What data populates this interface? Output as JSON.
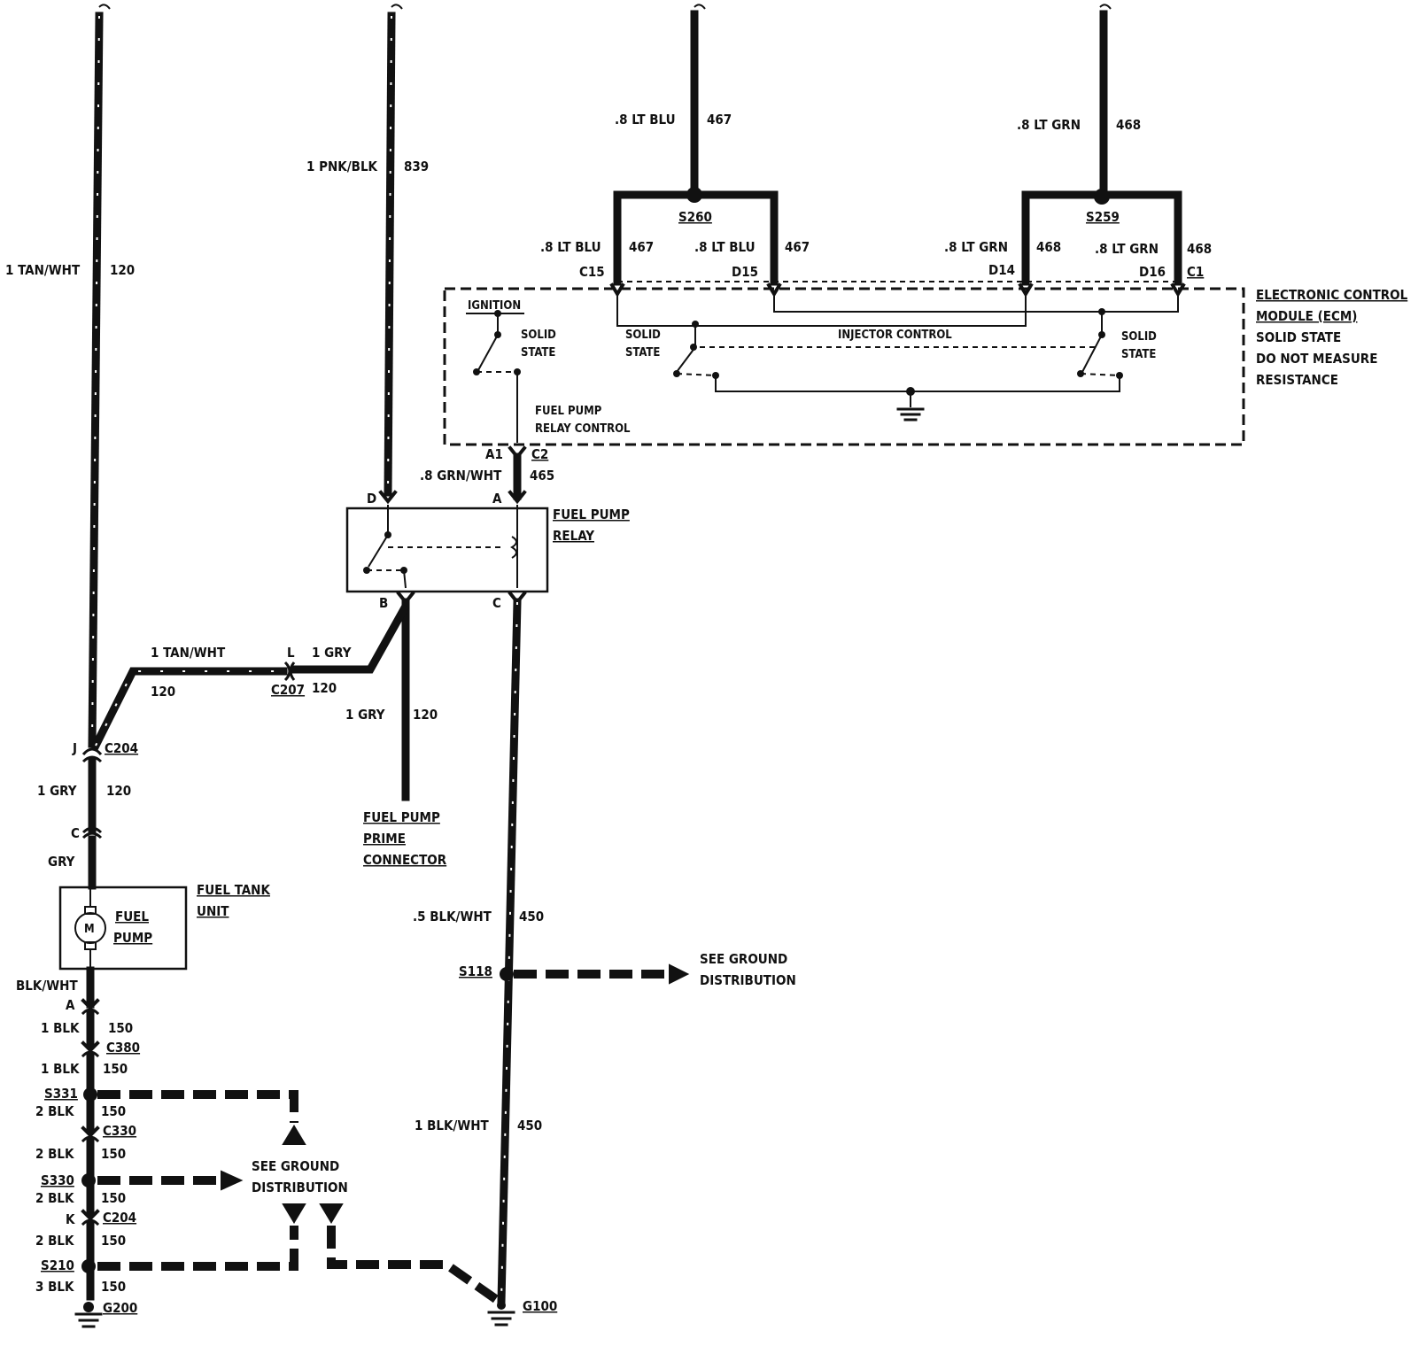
{
  "wires": {
    "w_left_top": {
      "color": "1 TAN/WHT",
      "circuit": "120"
    },
    "w_839": {
      "color": "1 PNK/BLK",
      "circuit": "839"
    },
    "w_467_top": {
      "color": ".8 LT BLU",
      "circuit": "467"
    },
    "w_468_top": {
      "color": ".8 LT GRN",
      "circuit": "468"
    },
    "w_467_a": {
      "color": ".8 LT BLU",
      "circuit": "467"
    },
    "w_467_b": {
      "color": ".8 LT BLU",
      "circuit": "467"
    },
    "w_468_a": {
      "color": ".8 LT GRN",
      "circuit": "468"
    },
    "w_468_b": {
      "color": ".8 LT GRN",
      "circuit": "468"
    },
    "w_465": {
      "color": ".8 GRN/WHT",
      "circuit": "465"
    },
    "w_tan_mid": {
      "color": "1 TAN/WHT",
      "circuit": "120"
    },
    "w_gry_relay": {
      "color": "1 GRY",
      "circuit": "120"
    },
    "w_gry_prime": {
      "color": "1 GRY",
      "circuit": "120"
    },
    "w_gry_c204": {
      "color": "1 GRY",
      "circuit": "120"
    },
    "w_gry_pump": {
      "color": "GRY"
    },
    "w_blkwht_pump": {
      "color": "BLK/WHT"
    },
    "w_blk_1": {
      "color": "1 BLK",
      "circuit": "150"
    },
    "w_blk_2": {
      "color": "1 BLK",
      "circuit": "150"
    },
    "w_blk_3": {
      "color": "2 BLK",
      "circuit": "150"
    },
    "w_blk_4": {
      "color": "2 BLK",
      "circuit": "150"
    },
    "w_blk_5": {
      "color": "2 BLK",
      "circuit": "150"
    },
    "w_blk_6": {
      "color": "2 BLK",
      "circuit": "150"
    },
    "w_blk_7": {
      "color": "3 BLK",
      "circuit": "150"
    },
    "w_450_a": {
      "color": ".5 BLK/WHT",
      "circuit": "450"
    },
    "w_450_b": {
      "color": "1 BLK/WHT",
      "circuit": "450"
    }
  },
  "splices": {
    "s260": "S260",
    "s259": "S259",
    "s118": "S118",
    "s331": "S331",
    "s330": "S330",
    "s210": "S210"
  },
  "connectors": {
    "c15": "C15",
    "d15": "D15",
    "d14": "D14",
    "d16": "D16",
    "c1": "C1",
    "a1": "A1",
    "c2": "C2",
    "c204_top": "C204",
    "c204_top_pin": "J",
    "c207": "C207",
    "c207_pin": "L",
    "c_pin": "C",
    "a_pin": "A",
    "c380": "C380",
    "c330": "C330",
    "c204_bot": "C204",
    "c204_bot_pin": "K",
    "relay_d": "D",
    "relay_a": "A",
    "relay_b": "B",
    "relay_c": "C"
  },
  "grounds": {
    "g200": "G200",
    "g100": "G100"
  },
  "components": {
    "ecm": [
      "ELECTRONIC CONTROL",
      "MODULE (ECM)",
      "SOLID STATE",
      "DO NOT MEASURE",
      "RESISTANCE"
    ],
    "ecm_ignition": "IGNITION",
    "ecm_solid_1": [
      "SOLID",
      "STATE"
    ],
    "ecm_solid_2": [
      "SOLID",
      "STATE"
    ],
    "ecm_solid_3": [
      "SOLID",
      "STATE"
    ],
    "ecm_injector": "INJECTOR CONTROL",
    "ecm_relay_ctrl": [
      "FUEL PUMP",
      "RELAY CONTROL"
    ],
    "relay": [
      "FUEL PUMP",
      "RELAY"
    ],
    "prime": [
      "FUEL PUMP",
      "PRIME",
      "CONNECTOR"
    ],
    "tank_unit": [
      "FUEL TANK",
      "UNIT"
    ],
    "pump": [
      "FUEL",
      "PUMP"
    ],
    "motor": "M"
  },
  "notes": {
    "ground_dist_1": [
      "SEE GROUND",
      "DISTRIBUTION"
    ],
    "ground_dist_2": [
      "SEE GROUND",
      "DISTRIBUTION"
    ]
  }
}
